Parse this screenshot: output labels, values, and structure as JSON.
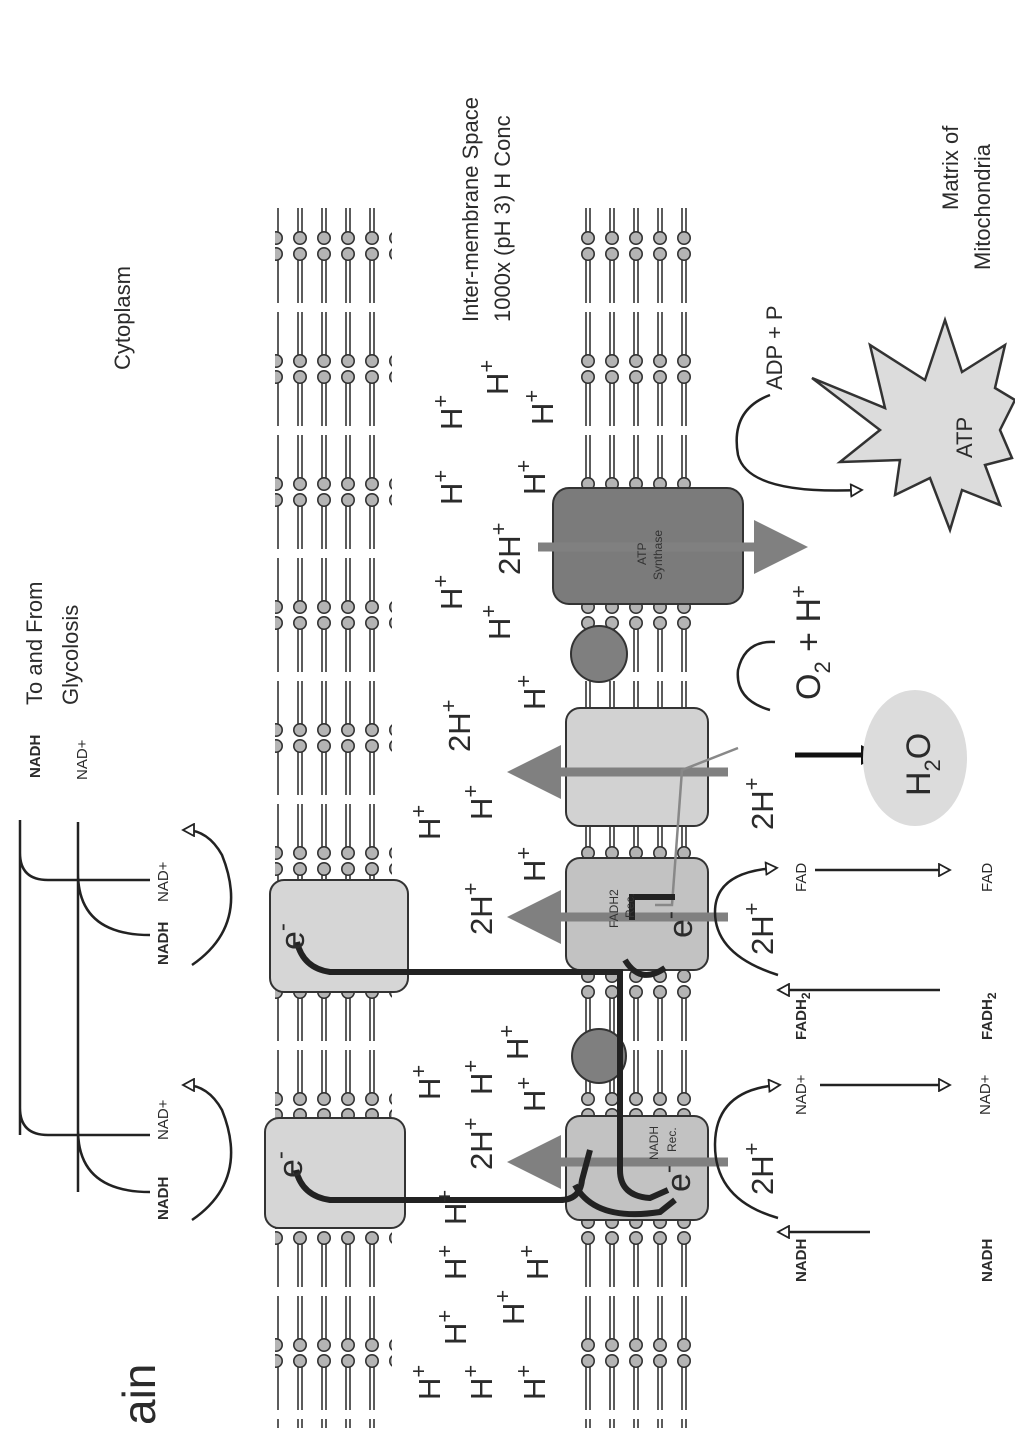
{
  "title_fragment": "ain",
  "labels": {
    "cytoplasm": "Cytoplasm",
    "intermembrane_line1": "Inter-membrane Space",
    "intermembrane_line2": "1000x  (pH 3) H Conc",
    "matrix_line1": "Matrix of",
    "matrix_line2": "Mitochondria",
    "glycolysis_line1": "To and From",
    "glycolysis_line2": "Glycolosis",
    "nadh": "NADH",
    "nad_plus": "NAD+",
    "fadh2": "FADH",
    "fadh2_sub": "2",
    "fad": "FAD",
    "adp_p": "ADP + P",
    "atp": "ATP",
    "atp_synthase_line1": "ATP",
    "atp_synthase_line2": "Synthase",
    "nadh_rec_line1": "NADH",
    "nadh_rec_line2": "Rec.",
    "fadh2_rec_line1": "FADH2",
    "fadh2_rec_line2": "Rec.",
    "o2": "O",
    "o2_sub": "2",
    "o2_plus_h": " + H",
    "h2o_h": "H",
    "h2o_sub": "2",
    "h2o_o": "O",
    "electron": "e",
    "electron_sup": "-",
    "h_plus": "H",
    "two_h_plus": "2H",
    "plus": "+"
  },
  "colors": {
    "membrane_head": "#b4b4b4",
    "complex_light": "#d2d2d2",
    "complex_mid": "#bdbdbd",
    "complex_dark": "#7a7a7a",
    "arrow_gray": "#808080",
    "electron_path": "#222222",
    "water_bubble": "#dcdcdc"
  }
}
